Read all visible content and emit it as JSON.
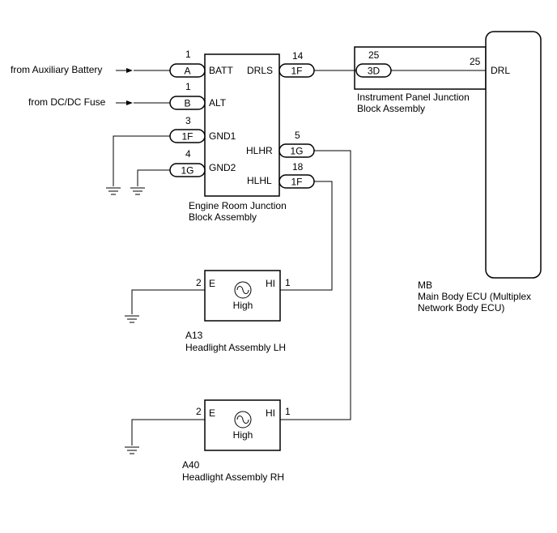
{
  "sources": {
    "aux_battery": "from Auxiliary Battery",
    "dcdc_fuse": "from DC/DC Fuse"
  },
  "junction_block": {
    "name_line1": "Engine Room Junction",
    "name_line2": "Block Assembly",
    "pins": {
      "batt": {
        "num": "1",
        "conn": "A",
        "label": "BATT"
      },
      "alt": {
        "num": "1",
        "conn": "B",
        "label": "ALT"
      },
      "gnd1": {
        "num": "3",
        "conn": "1F",
        "label": "GND1"
      },
      "gnd2": {
        "num": "4",
        "conn": "1G",
        "label": "GND2"
      },
      "drls": {
        "num": "14",
        "conn": "1F",
        "label": "DRLS"
      },
      "hlhr": {
        "num": "5",
        "conn": "1G",
        "label": "HLHR"
      },
      "hlhl": {
        "num": "18",
        "conn": "1F",
        "label": "HLHL"
      }
    }
  },
  "instrument_panel": {
    "name_line1": "Instrument Panel Junction",
    "name_line2": "Block Assembly",
    "pin_num": "25",
    "conn": "3D",
    "out_num": "25"
  },
  "ecu": {
    "pin_label": "DRL",
    "code": "MB",
    "name_line1": "Main Body ECU (Multiplex",
    "name_line2": "Network Body ECU)"
  },
  "headlight_lh": {
    "code": "A13",
    "name": "Headlight Assembly LH",
    "pin_e_num": "2",
    "pin_e": "E",
    "pin_hi": "HI",
    "pin_hi_num": "1",
    "bulb_label": "High"
  },
  "headlight_rh": {
    "code": "A40",
    "name": "Headlight Assembly RH",
    "pin_e_num": "2",
    "pin_e": "E",
    "pin_hi": "HI",
    "pin_hi_num": "1",
    "bulb_label": "High"
  }
}
